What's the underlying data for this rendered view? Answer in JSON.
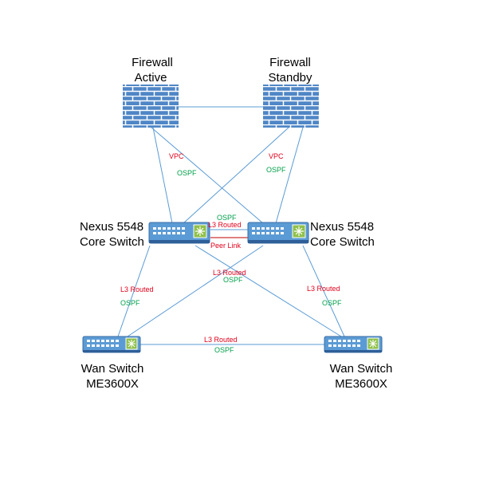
{
  "nodes": {
    "fw_active": {
      "line1": "Firewall",
      "line2": "Active",
      "icon": "firewall-icon"
    },
    "fw_standby": {
      "line1": "Firewall",
      "line2": "Standby",
      "icon": "firewall-icon"
    },
    "nexus_left": {
      "line1": "Nexus 5548",
      "line2": "Core Switch",
      "icon": "switch-icon"
    },
    "nexus_right": {
      "line1": "Nexus 5548",
      "line2": "Core Switch",
      "icon": "switch-icon"
    },
    "wan_left": {
      "line1": "Wan Switch",
      "line2": "ME3600X",
      "icon": "switch-icon"
    },
    "wan_right": {
      "line1": "Wan Switch",
      "line2": "ME3600X",
      "icon": "switch-icon"
    }
  },
  "labels": {
    "vpc": "VPC",
    "ospf": "OSPF",
    "l3_routed": "L3 Routed",
    "peer_link": "Peer Link"
  },
  "colors": {
    "link": "#5b9bd5",
    "red_label": "#e0001b",
    "green_label": "#00a04a",
    "firewall_body": "#5b9bd5",
    "switch_body": "#5b9bd5",
    "switch_port_panel": "#8fc04a"
  }
}
